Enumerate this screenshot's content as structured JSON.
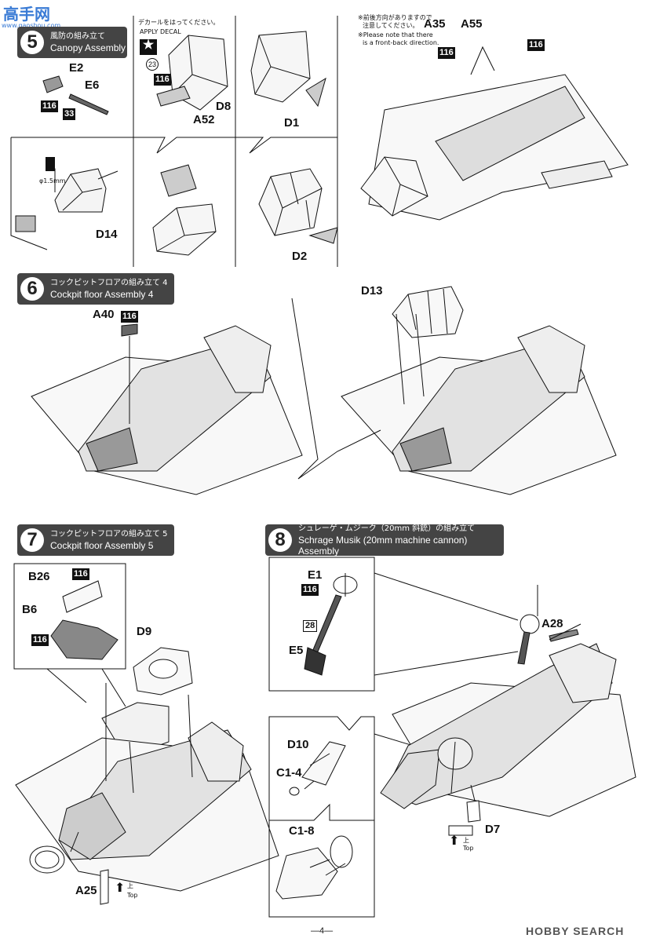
{
  "watermark": {
    "cn": "高手网",
    "url": "www.gaoshou.com"
  },
  "step5": {
    "num": "5",
    "jp": "風防の組み立て",
    "en": "Canopy Assembly",
    "decal_jp": "デカールをはってください。",
    "decal_en": "APPLY DECAL",
    "decal_num": "23",
    "drill": "φ1.5mm",
    "note_jp1": "※前後方向がありますので",
    "note_jp2": "注意してください。",
    "note_en1": "※Please note that there",
    "note_en2": "is a front-back direction.",
    "labels": {
      "e2": "E2",
      "e6": "E6",
      "d8": "D8",
      "a52": "A52",
      "d1": "D1",
      "d14": "D14",
      "d2": "D2",
      "a35": "A35",
      "a55": "A55"
    },
    "paints": {
      "p116a": "116",
      "p33": "33",
      "p116b": "116",
      "p116c": "116",
      "p116d": "116"
    }
  },
  "step6": {
    "num": "6",
    "jp": "コックピットフロアの組み立て 4",
    "en": "Cockpit floor Assembly 4",
    "labels": {
      "a40": "A40",
      "d13": "D13"
    },
    "paints": {
      "p116": "116"
    }
  },
  "step7": {
    "num": "7",
    "jp": "コックピットフロアの組み立て 5",
    "en": "Cockpit floor Assembly 5",
    "labels": {
      "b26": "B26",
      "b6": "B6",
      "d9": "D9",
      "a25": "A25"
    },
    "paints": {
      "p116a": "116",
      "p116b": "116"
    },
    "top_jp": "上",
    "top_en": "Top"
  },
  "step8": {
    "num": "8",
    "jp": "シュレーゲ・ムジーク（20mm 斜銃）の組み立て",
    "en": "Schrage Musik (20mm machine cannon) Assembly",
    "labels": {
      "e1": "E1",
      "e5": "E5",
      "a28": "A28",
      "d10": "D10",
      "c14": "C1-4",
      "c18": "C1-8",
      "d7": "D7"
    },
    "paints": {
      "p116": "116",
      "p28": "28"
    },
    "top_jp": "上",
    "top_en": "Top"
  },
  "footer": {
    "page": "—4—",
    "logo": "HOBBY SEARCH"
  }
}
